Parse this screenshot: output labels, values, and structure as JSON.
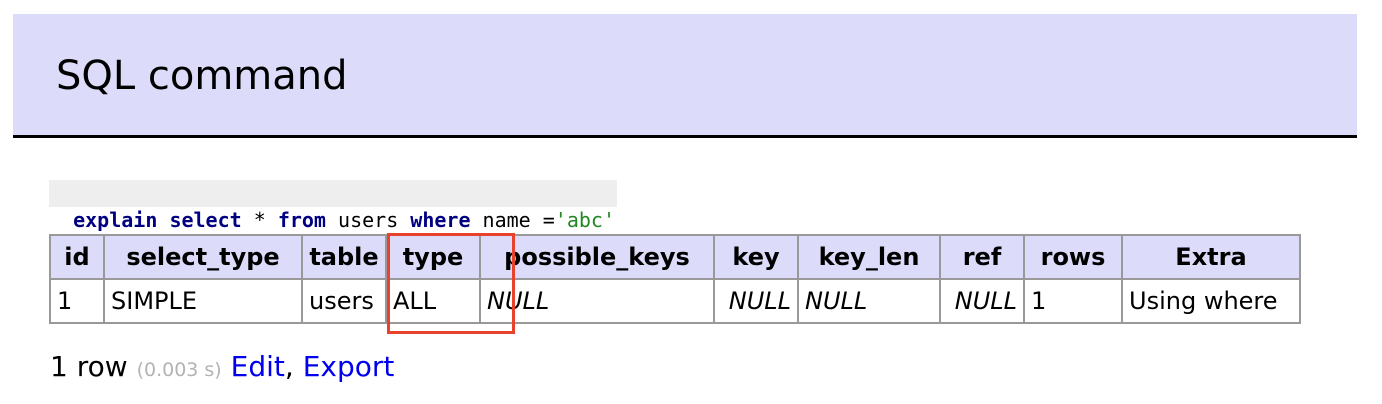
{
  "header": {
    "title": "SQL command"
  },
  "query": {
    "tokens": [
      {
        "text": "explain",
        "kind": "keyword"
      },
      {
        "text": " ",
        "kind": "plain"
      },
      {
        "text": "select",
        "kind": "keyword"
      },
      {
        "text": " * ",
        "kind": "plain"
      },
      {
        "text": "from",
        "kind": "keyword"
      },
      {
        "text": " users ",
        "kind": "plain"
      },
      {
        "text": "where",
        "kind": "keyword"
      },
      {
        "text": " name =",
        "kind": "plain"
      },
      {
        "text": "'abc'",
        "kind": "string"
      }
    ]
  },
  "result_table": {
    "columns": [
      "id",
      "select_type",
      "table",
      "type",
      "possible_keys",
      "key",
      "key_len",
      "ref",
      "rows",
      "Extra"
    ],
    "rows": [
      [
        "1",
        "SIMPLE",
        "users",
        "ALL",
        "NULL",
        "NULL",
        "NULL",
        "NULL",
        "1",
        "Using where"
      ]
    ],
    "highlighted_column": "type"
  },
  "footer": {
    "row_count": "1 row",
    "time": "(0.003 s)",
    "edit_link": "Edit",
    "separator": ",",
    "export_link": "Export"
  },
  "colors": {
    "header_bg": "#dcdcfa",
    "keyword": "#000080",
    "string": "#228822",
    "link": "#0000ee",
    "highlight_box": "#e8412c"
  }
}
